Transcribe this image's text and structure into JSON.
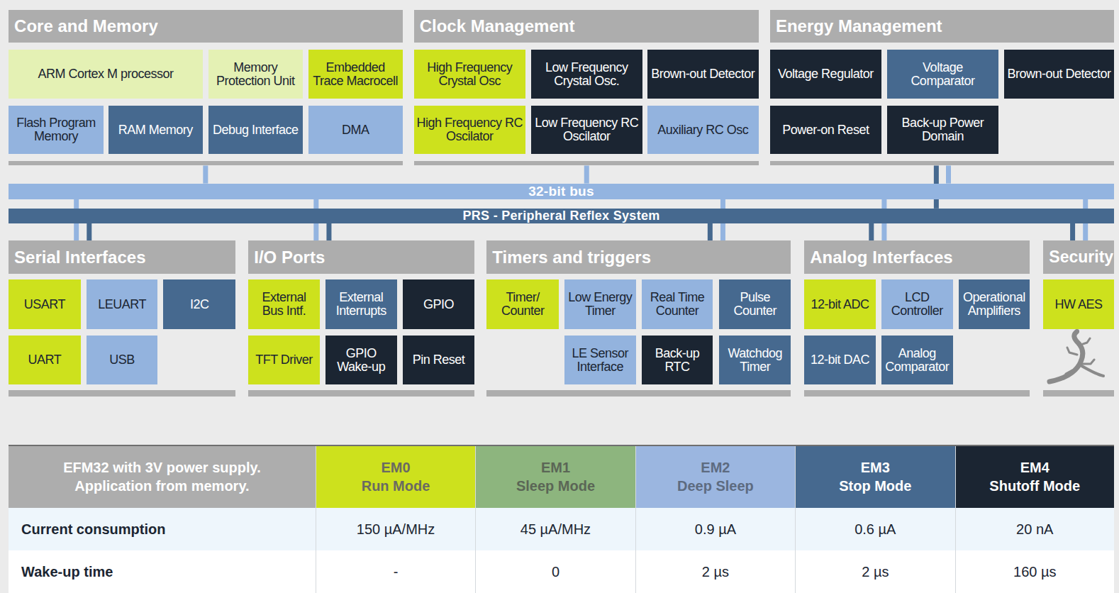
{
  "diagram": {
    "nodes": [
      {
        "text": [
          "Core and Memory"
        ]
      },
      {
        "text": [
          "ARM Cortex M processor"
        ],
        "in": 0
      },
      {
        "text": [
          "Memory Protection Unit"
        ],
        "in": 0
      },
      {
        "text": [
          "Embedded Trace Macrocell"
        ],
        "in": 0
      },
      {
        "text": [
          "Flash Program Memory"
        ],
        "in": 0
      },
      {
        "text": [
          "RAM Memory"
        ],
        "in": 0
      },
      {
        "text": [
          "Debug Interface"
        ],
        "in": 0
      },
      {
        "text": [
          "DMA"
        ],
        "in": 0
      },
      {
        "text": [
          "Clock Management"
        ]
      },
      {
        "text": [
          "High Frequency Crystal Osc"
        ],
        "in": 8
      },
      {
        "text": [
          "Low Frequency Crystal Osc."
        ],
        "in": 8
      },
      {
        "text": [
          "Brown-out Detector"
        ],
        "in": 8
      },
      {
        "text": [
          "High Frequency RC Oscilator"
        ],
        "in": 8
      },
      {
        "text": [
          "Low Frequency RC Oscilator"
        ],
        "in": 8
      },
      {
        "text": [
          "Auxiliary RC Osc"
        ],
        "in": 8
      },
      {
        "text": [
          "Energy Management"
        ]
      },
      {
        "text": [
          "Voltage Regulator"
        ],
        "in": 15
      },
      {
        "text": [
          "Voltage Comparator"
        ],
        "in": 15
      },
      {
        "text": [
          "Brown-out Detector"
        ],
        "in": 15
      },
      {
        "text": [
          "Power-on Reset"
        ],
        "in": 15
      },
      {
        "text": [
          "Back-up Power Domain"
        ],
        "in": 15
      },
      {
        "text": [
          "32-bit bus"
        ]
      },
      {
        "text": [
          "PRS - Peripheral Reflex System"
        ]
      },
      {
        "text": [
          "Serial Interfaces"
        ]
      },
      {
        "text": [
          "USART"
        ],
        "in": 23
      },
      {
        "text": [
          "LEUART"
        ],
        "in": 23
      },
      {
        "text": [
          "I2C"
        ],
        "in": 23
      },
      {
        "text": [
          "UART"
        ],
        "in": 23
      },
      {
        "text": [
          "USB"
        ],
        "in": 23
      },
      {
        "text": [
          "I/O Ports"
        ]
      },
      {
        "text": [
          "External Bus Intf."
        ],
        "in": 29
      },
      {
        "text": [
          "External Interrupts"
        ],
        "in": 29
      },
      {
        "text": [
          "GPIO"
        ],
        "in": 29
      },
      {
        "text": [
          "TFT Driver"
        ],
        "in": 29
      },
      {
        "text": [
          "GPIO Wake-up"
        ],
        "in": 29
      },
      {
        "text": [
          "Pin Reset"
        ],
        "in": 29
      },
      {
        "text": [
          "Timers and triggers"
        ]
      },
      {
        "text": [
          "Timer/ Counter"
        ],
        "in": 36
      },
      {
        "text": [
          "Low Energy Timer"
        ],
        "in": 36
      },
      {
        "text": [
          "Real Time Counter"
        ],
        "in": 36
      },
      {
        "text": [
          "Pulse Counter"
        ],
        "in": 36
      },
      {
        "text": [
          "LE Sensor Interface"
        ],
        "in": 36
      },
      {
        "text": [
          "Back-up RTC"
        ],
        "in": 36
      },
      {
        "text": [
          "Watchdog Timer"
        ],
        "in": 36
      },
      {
        "text": [
          "Analog Interfaces"
        ]
      },
      {
        "text": [
          "12-bit ADC"
        ],
        "in": 44
      },
      {
        "text": [
          "LCD Controller"
        ],
        "in": 44
      },
      {
        "text": [
          "Operational Amplifiers"
        ],
        "in": 44
      },
      {
        "text": [
          "12-bit DAC"
        ],
        "in": 44
      },
      {
        "text": [
          "Analog Comparator"
        ],
        "in": 44
      },
      {
        "text": [
          "Security"
        ]
      },
      {
        "text": [
          "HW AES"
        ],
        "in": 50
      }
    ],
    "edges": [
      {
        "from": 0,
        "to": 21,
        "arrow": "none"
      },
      {
        "from": 8,
        "to": 21,
        "arrow": "none"
      },
      {
        "from": 15,
        "to": 21,
        "arrow": "none"
      },
      {
        "from": 15,
        "to": 22,
        "arrow": "none"
      },
      {
        "from": 23,
        "to": 21,
        "arrow": "none"
      },
      {
        "from": 23,
        "to": 22,
        "arrow": "none"
      },
      {
        "from": 29,
        "to": 21,
        "arrow": "none"
      },
      {
        "from": 29,
        "to": 22,
        "arrow": "none"
      },
      {
        "from": 36,
        "to": 21,
        "arrow": "none"
      },
      {
        "from": 36,
        "to": 22,
        "arrow": "none"
      },
      {
        "from": 44,
        "to": 21,
        "arrow": "none"
      },
      {
        "from": 44,
        "to": 22,
        "arrow": "none"
      },
      {
        "from": 50,
        "to": 21,
        "arrow": "none"
      },
      {
        "from": 50,
        "to": 22,
        "arrow": "none"
      }
    ],
    "labels": [
      "EFM32 with 3V power supply.",
      "Application from memory.",
      "EM0",
      "Run Mode",
      "EM1",
      "Sleep Mode",
      "EM2",
      "Deep Sleep",
      "EM3",
      "Stop Mode",
      "EM4",
      "Shutoff Mode",
      "Current consumption",
      "150 µA/MHz",
      "45 µA/MHz",
      "0.9 µA",
      "0.6 µA",
      "20 nA",
      "Wake-up time",
      "-",
      "0",
      "2 µs",
      "2 µs",
      "160 µs"
    ]
  }
}
